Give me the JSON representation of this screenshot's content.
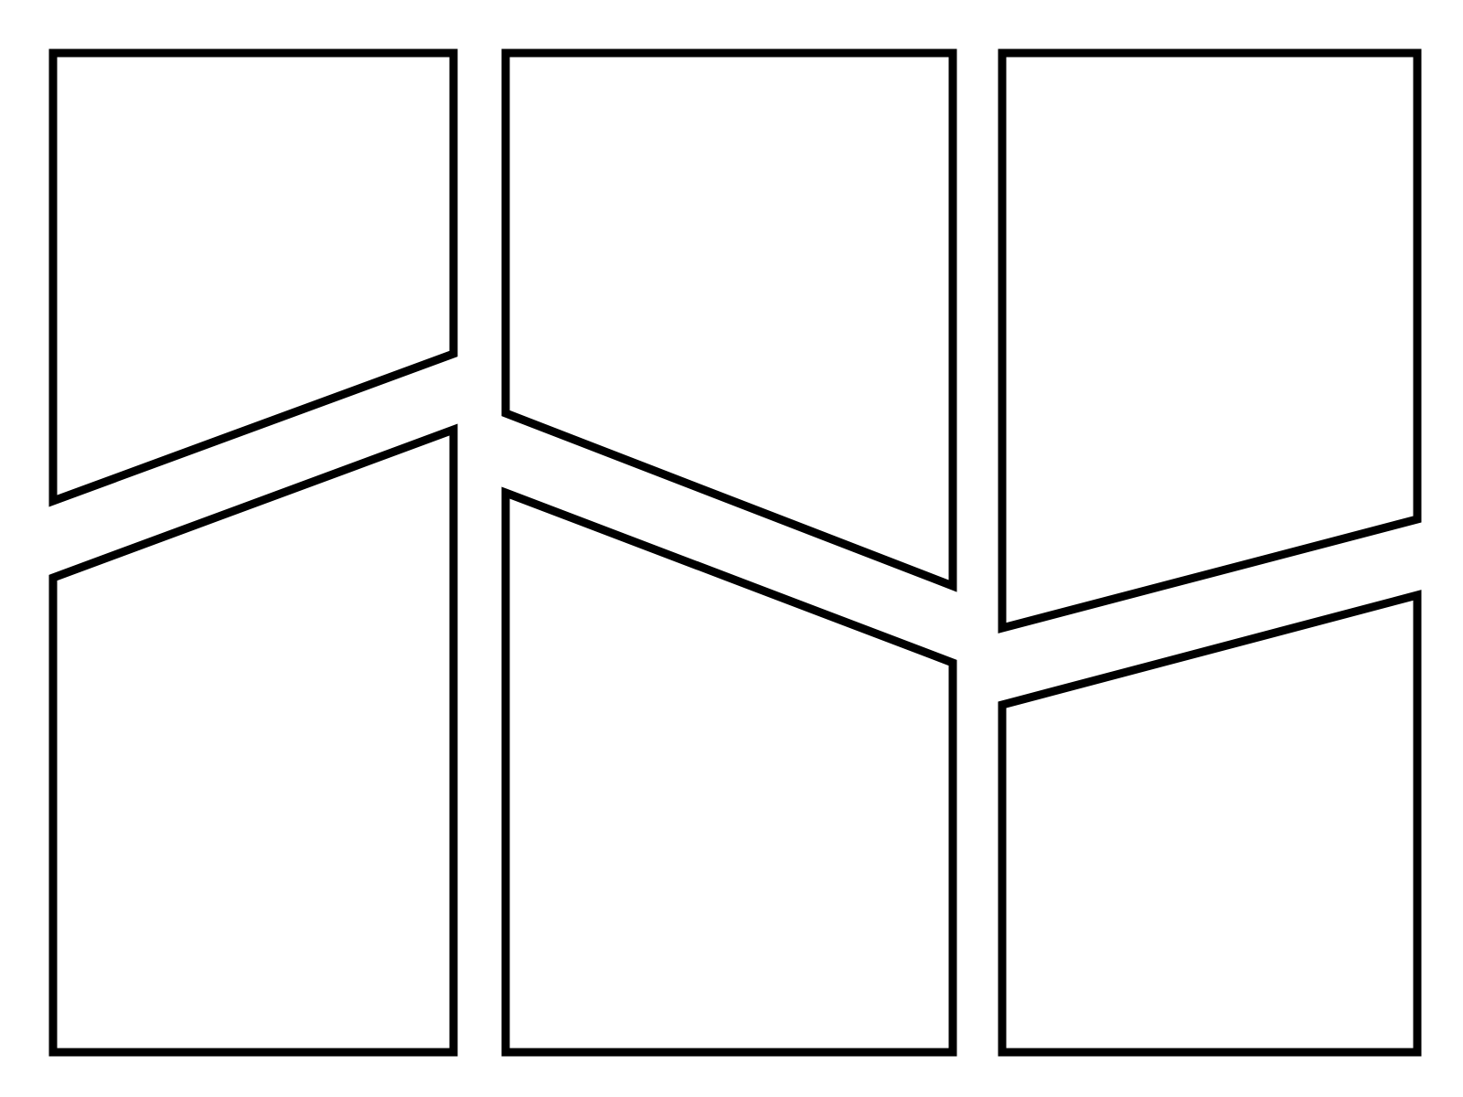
{
  "layout": {
    "background_color": "#ffffff",
    "panel_fill_color": "#ffffff",
    "panel_border_color": "#000000",
    "panel_count": 6,
    "columns": 3,
    "rows": 2
  }
}
